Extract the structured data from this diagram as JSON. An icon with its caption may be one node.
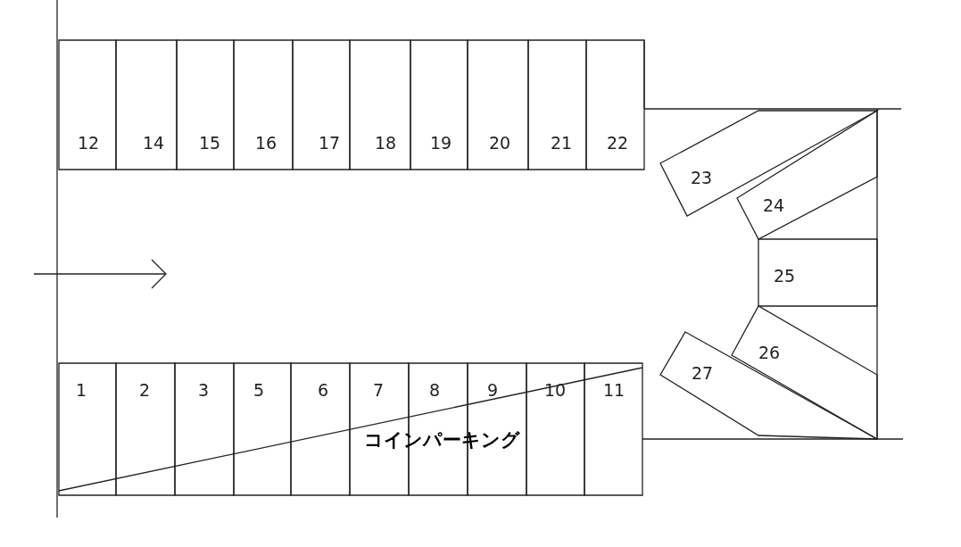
{
  "diagram": {
    "nodes": [
      {
        "text": [
          "12"
        ]
      },
      {
        "text": [
          "14"
        ]
      },
      {
        "text": [
          "15"
        ]
      },
      {
        "text": [
          "16"
        ]
      },
      {
        "text": [
          "17"
        ]
      },
      {
        "text": [
          "18"
        ]
      },
      {
        "text": [
          "19"
        ]
      },
      {
        "text": [
          "20"
        ]
      },
      {
        "text": [
          "21"
        ]
      },
      {
        "text": [
          "22"
        ]
      },
      {
        "text": [
          "23"
        ]
      },
      {
        "text": [
          "24"
        ]
      },
      {
        "text": [
          "25"
        ]
      },
      {
        "text": [
          "26"
        ]
      },
      {
        "text": [
          "27"
        ]
      },
      {
        "text": [
          "1"
        ]
      },
      {
        "text": [
          "2"
        ]
      },
      {
        "text": [
          "3"
        ]
      },
      {
        "text": [
          "5"
        ]
      },
      {
        "text": [
          "6"
        ]
      },
      {
        "text": [
          "7"
        ]
      },
      {
        "text": [
          "8"
        ]
      },
      {
        "text": [
          "9"
        ]
      },
      {
        "text": [
          "10"
        ]
      },
      {
        "text": [
          "11"
        ]
      }
    ],
    "labels": [
      "コインパーキング"
    ]
  }
}
